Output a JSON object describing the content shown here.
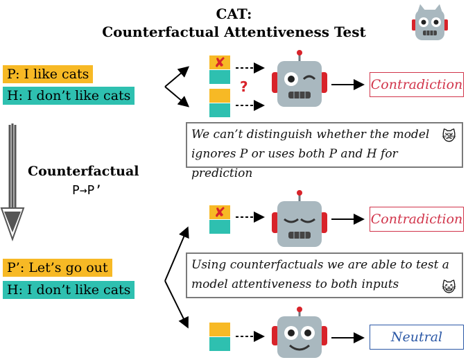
{
  "title": {
    "line1": "CAT:",
    "line2": "Counterfactual Attentiveness Test"
  },
  "original": {
    "premise": "P: I like cats",
    "hypothesis": "H: I don’t like cats"
  },
  "counterfactual": {
    "premise": "P’: Let’s go out",
    "hypothesis": "H: I don’t like cats",
    "label": "Counterfactual",
    "transform": "P→P’"
  },
  "markers": {
    "ignored": "✘",
    "unknown": "?"
  },
  "predictions": {
    "top": "Contradiction",
    "middle": "Contradiction",
    "bottom": "Neutral"
  },
  "notes": {
    "top_line1": "We can’t distinguish whether the model",
    "top_line2": "ignores P or uses both P and H for prediction",
    "top_emoji": "😿",
    "bottom_line1": "Using counterfactuals we are able to test a",
    "bottom_line2": "model attentiveness to both inputs",
    "bottom_emoji": "😺"
  },
  "colors": {
    "premise": "#f7b925",
    "hypothesis": "#2ec0b0",
    "contradiction": "#d1344a",
    "neutral": "#2b58a6",
    "robot_body": "#a9b8bf",
    "robot_ear": "#d8232a"
  }
}
